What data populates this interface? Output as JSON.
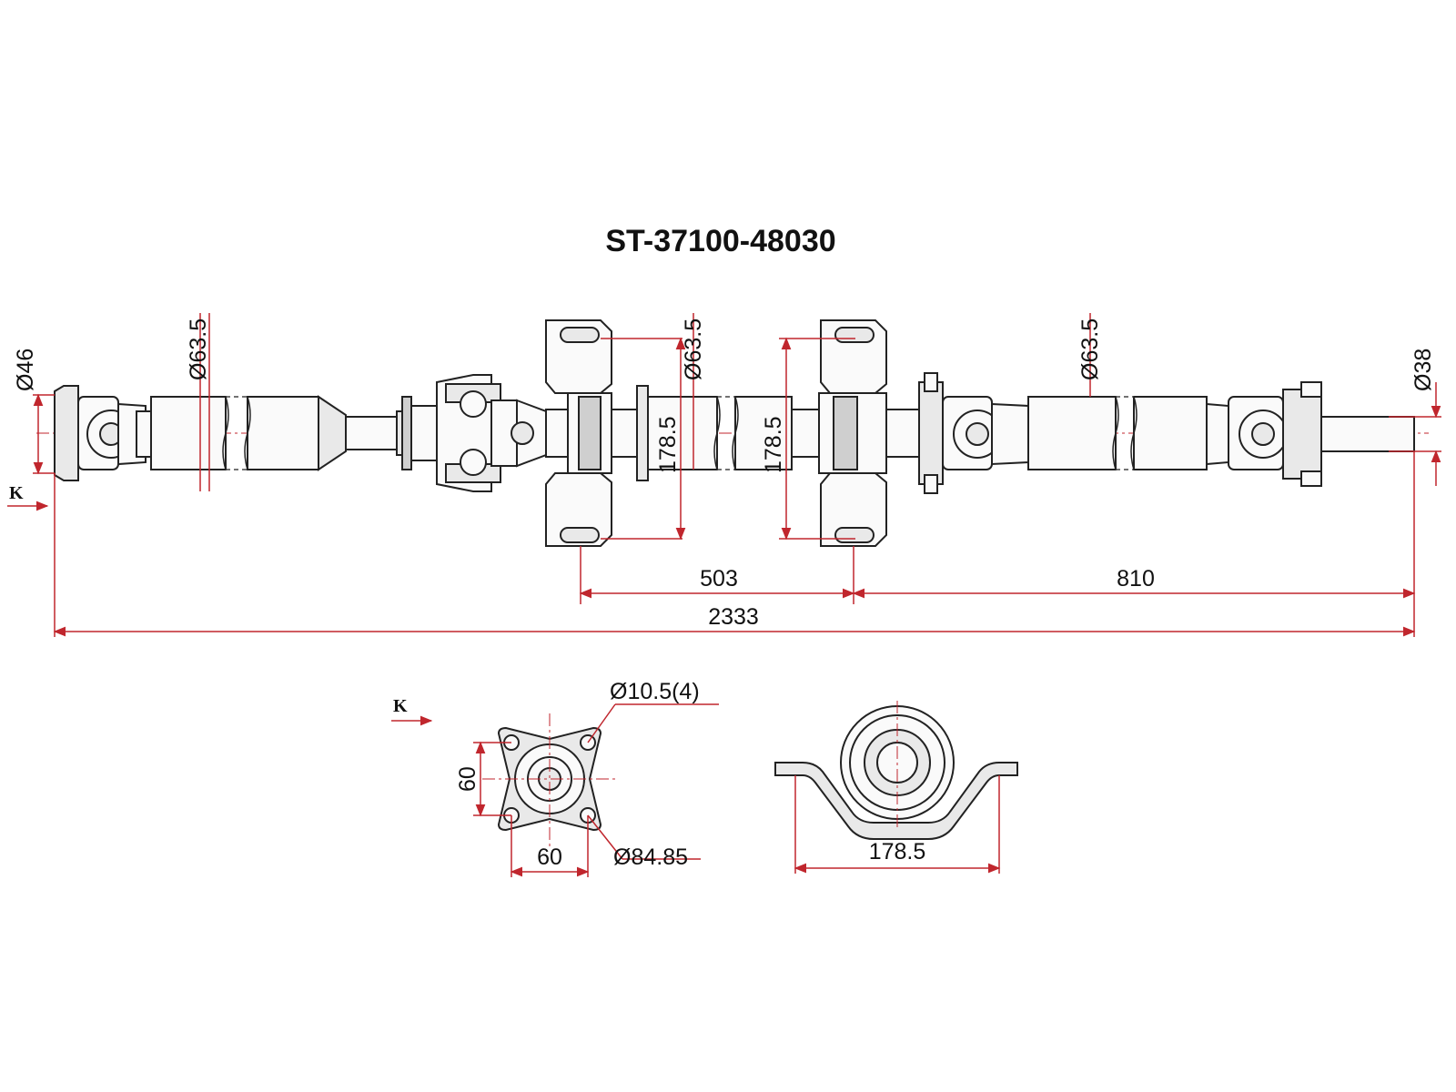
{
  "title": "ST-37100-48030",
  "dimensions": {
    "d46": "Ø46",
    "d63_left": "Ø63.5",
    "d63_mid": "Ø63.5",
    "d63_right": "Ø63.5",
    "d38": "Ø38",
    "h178_left": "178.5",
    "h178_right": "178.5",
    "len503": "503",
    "len810": "810",
    "len2333": "2333",
    "bolt_hole": "Ø10.5(4)",
    "flange_h": "60",
    "flange_w": "60",
    "flange_pcd": "Ø84.85",
    "bearing_w": "178.5"
  },
  "view_marks": {
    "k_main": "K",
    "k_flange": "K"
  },
  "colors": {
    "dimension_lines": "#c0262d",
    "outline": "#222222",
    "text": "#111111"
  }
}
